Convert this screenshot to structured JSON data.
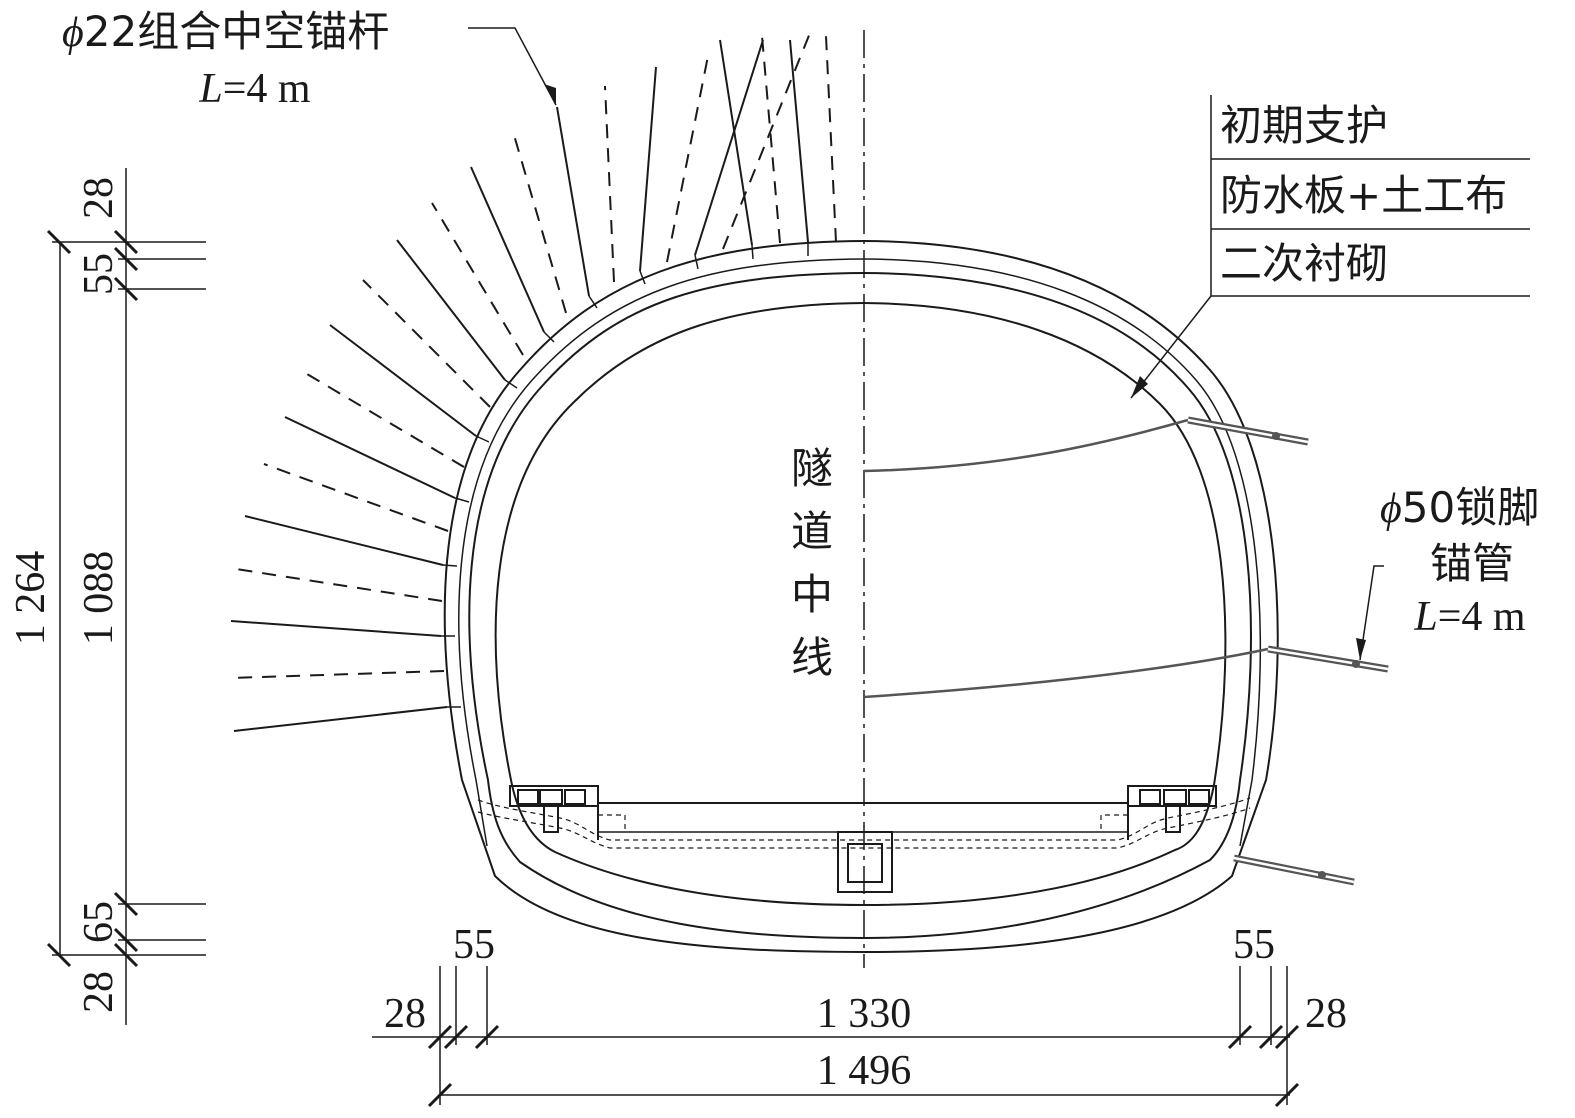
{
  "labels": {
    "bolt_spec": "ϕ22组合中空锚杆",
    "bolt_length": "L=4 m",
    "layer_1": "初期支护",
    "layer_2": "防水板+土工布",
    "layer_3": "二次衬砌",
    "centerline_chars": [
      "隧",
      "道",
      "中",
      "线"
    ],
    "lock_pipe_spec": "ϕ50锁脚",
    "lock_pipe_name": "锚管",
    "lock_pipe_length": "L=4 m"
  },
  "dimensions": {
    "vertical_total": "1 264",
    "vertical_inner": "1 088",
    "v_top_outer": "28",
    "v_top_inner": "55",
    "v_bottom_inner": "65",
    "v_bottom_outer": "28",
    "h_left_outer": "28",
    "h_left_inner": "55",
    "h_inner": "1 330",
    "h_right_inner": "55",
    "h_right_outer": "28",
    "h_total": "1 496"
  }
}
